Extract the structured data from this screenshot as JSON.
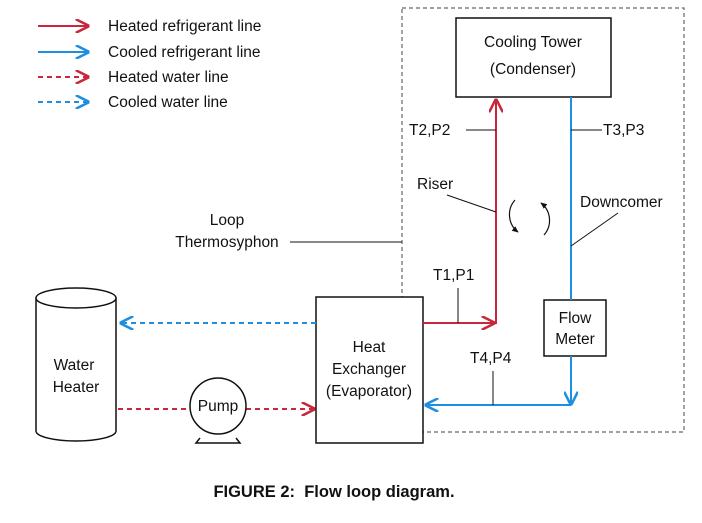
{
  "legend": {
    "heated_refrigerant": "Heated refrigerant line",
    "cooled_refrigerant": "Cooled refrigerant line",
    "heated_water": "Heated water line",
    "cooled_water": "Cooled water line"
  },
  "components": {
    "cooling_tower_line1": "Cooling Tower",
    "cooling_tower_line2": "(Condenser)",
    "heat_exchanger_line1": "Heat",
    "heat_exchanger_line2": "Exchanger",
    "heat_exchanger_line3": "(Evaporator)",
    "water_heater_line1": "Water",
    "water_heater_line2": "Heater",
    "pump": "Pump",
    "flow_meter_line1": "Flow",
    "flow_meter_line2": "Meter"
  },
  "labels": {
    "t2p2": "T2,P2",
    "t3p3": "T3,P3",
    "t1p1": "T1,P1",
    "t4p4": "T4,P4",
    "riser": "Riser",
    "downcomer": "Downcomer",
    "loop_line1": "Loop",
    "loop_line2": "Thermosyphon"
  },
  "caption": "FIGURE 2:  Flow loop diagram.",
  "colors": {
    "heated": "#c8283c",
    "cooled": "#1e8ee0",
    "line": "#111111",
    "dashed_border": "#666666"
  }
}
